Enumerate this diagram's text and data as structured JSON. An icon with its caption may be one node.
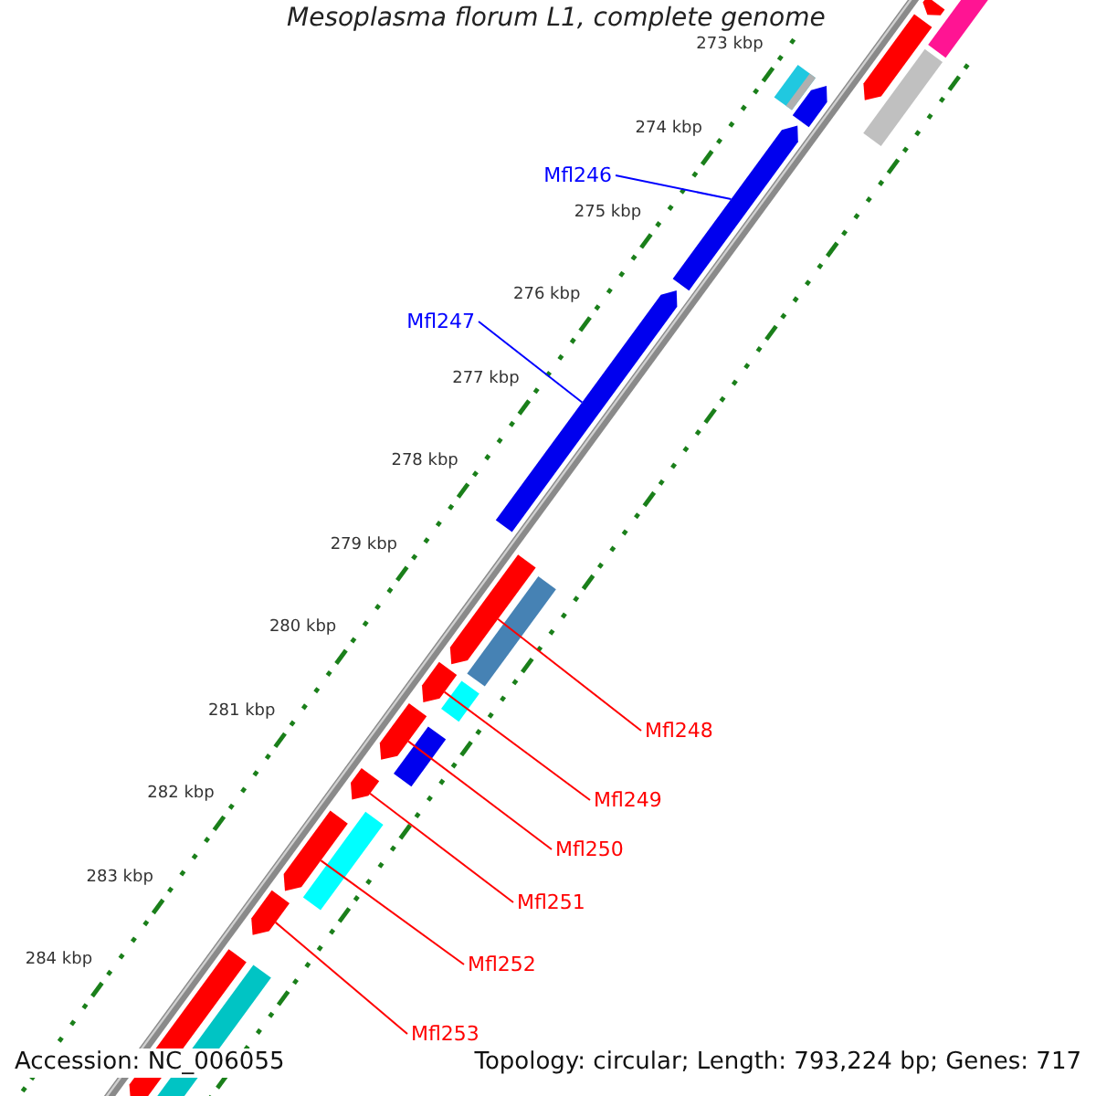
{
  "diagram": {
    "title": "Mesoplasma florum L1, complete genome",
    "nodes": [
      {
        "text": [],
        "shape": "bar"
      },
      {
        "text": [],
        "shape": "bar"
      },
      {
        "text": [],
        "shape": "bar"
      },
      {
        "text": [
          "Mfl246"
        ]
      },
      {
        "text": [],
        "shape": "bar"
      },
      {
        "text": [
          "Mfl247"
        ]
      },
      {
        "text": [],
        "shape": "bar"
      },
      {
        "text": [
          "Mfl248"
        ]
      },
      {
        "text": [],
        "shape": "bar"
      },
      {
        "text": [
          "Mfl249"
        ]
      },
      {
        "text": [],
        "shape": "bar"
      },
      {
        "text": [
          "Mfl250"
        ]
      },
      {
        "text": [],
        "shape": "bar"
      },
      {
        "text": [
          "Mfl251"
        ]
      },
      {
        "text": [],
        "shape": "bar"
      },
      {
        "text": [
          "Mfl252"
        ]
      },
      {
        "text": [],
        "shape": "bar"
      },
      {
        "text": [
          "Mfl253"
        ]
      },
      {
        "text": [],
        "shape": "bar"
      },
      {
        "text": [],
        "shape": "bar"
      }
    ],
    "edges": [
      {
        "from": 3,
        "to": 4,
        "arrow": "none",
        "color": "#0000ff"
      },
      {
        "from": 5,
        "to": 6,
        "arrow": "none",
        "color": "#0000ff"
      },
      {
        "from": 7,
        "to": 8,
        "arrow": "none"
      },
      {
        "from": 9,
        "to": 10,
        "arrow": "none"
      },
      {
        "from": 11,
        "to": 12,
        "arrow": "none"
      },
      {
        "from": 13,
        "to": 14,
        "arrow": "none"
      },
      {
        "from": 15,
        "to": 16,
        "arrow": "none"
      },
      {
        "from": 17,
        "to": 18,
        "arrow": "none"
      }
    ],
    "labels": [
      "273 kbp",
      "274 kbp",
      "275 kbp",
      "276 kbp",
      "277 kbp",
      "278 kbp",
      "279 kbp",
      "280 kbp",
      "281 kbp",
      "282 kbp",
      "283 kbp",
      "284 kbp",
      "Accession: NC_006055",
      "Topology: circular; Length: 793,224 bp; Genes: 717"
    ]
  }
}
